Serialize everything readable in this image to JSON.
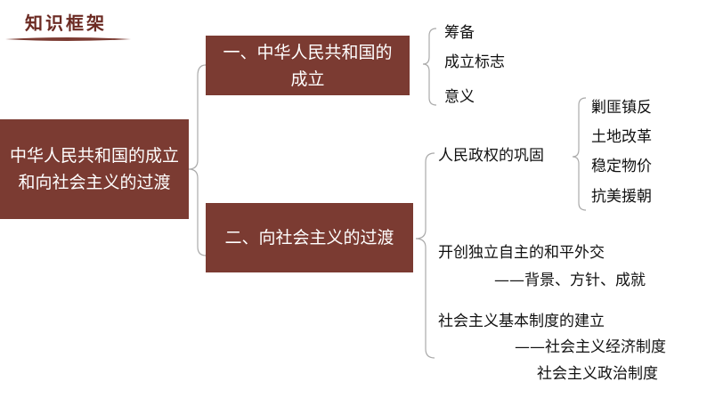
{
  "header": {
    "title": "知识框架"
  },
  "root": {
    "line1": "中华人民共和国的成立",
    "line2": "和向社会主义的过渡"
  },
  "section1": {
    "line1": "一、中华人民共和国的",
    "line2": "成立",
    "items": [
      "筹备",
      "成立标志",
      "意义"
    ]
  },
  "section2": {
    "label": "二、向社会主义的过渡",
    "consolidation": {
      "label": "人民政权的巩固",
      "items": [
        "剿匪镇反",
        "土地改革",
        "稳定物价",
        "抗美援朝"
      ]
    },
    "diplomacy": {
      "label": "开创独立自主的和平外交",
      "detail": "——背景、方针、成就"
    },
    "system": {
      "label": "社会主义基本制度的建立",
      "detail1": "——社会主义经济制度",
      "detail2": "社会主义政治制度"
    }
  },
  "colors": {
    "box": "#7b3b32",
    "title": "#6b2a22"
  }
}
